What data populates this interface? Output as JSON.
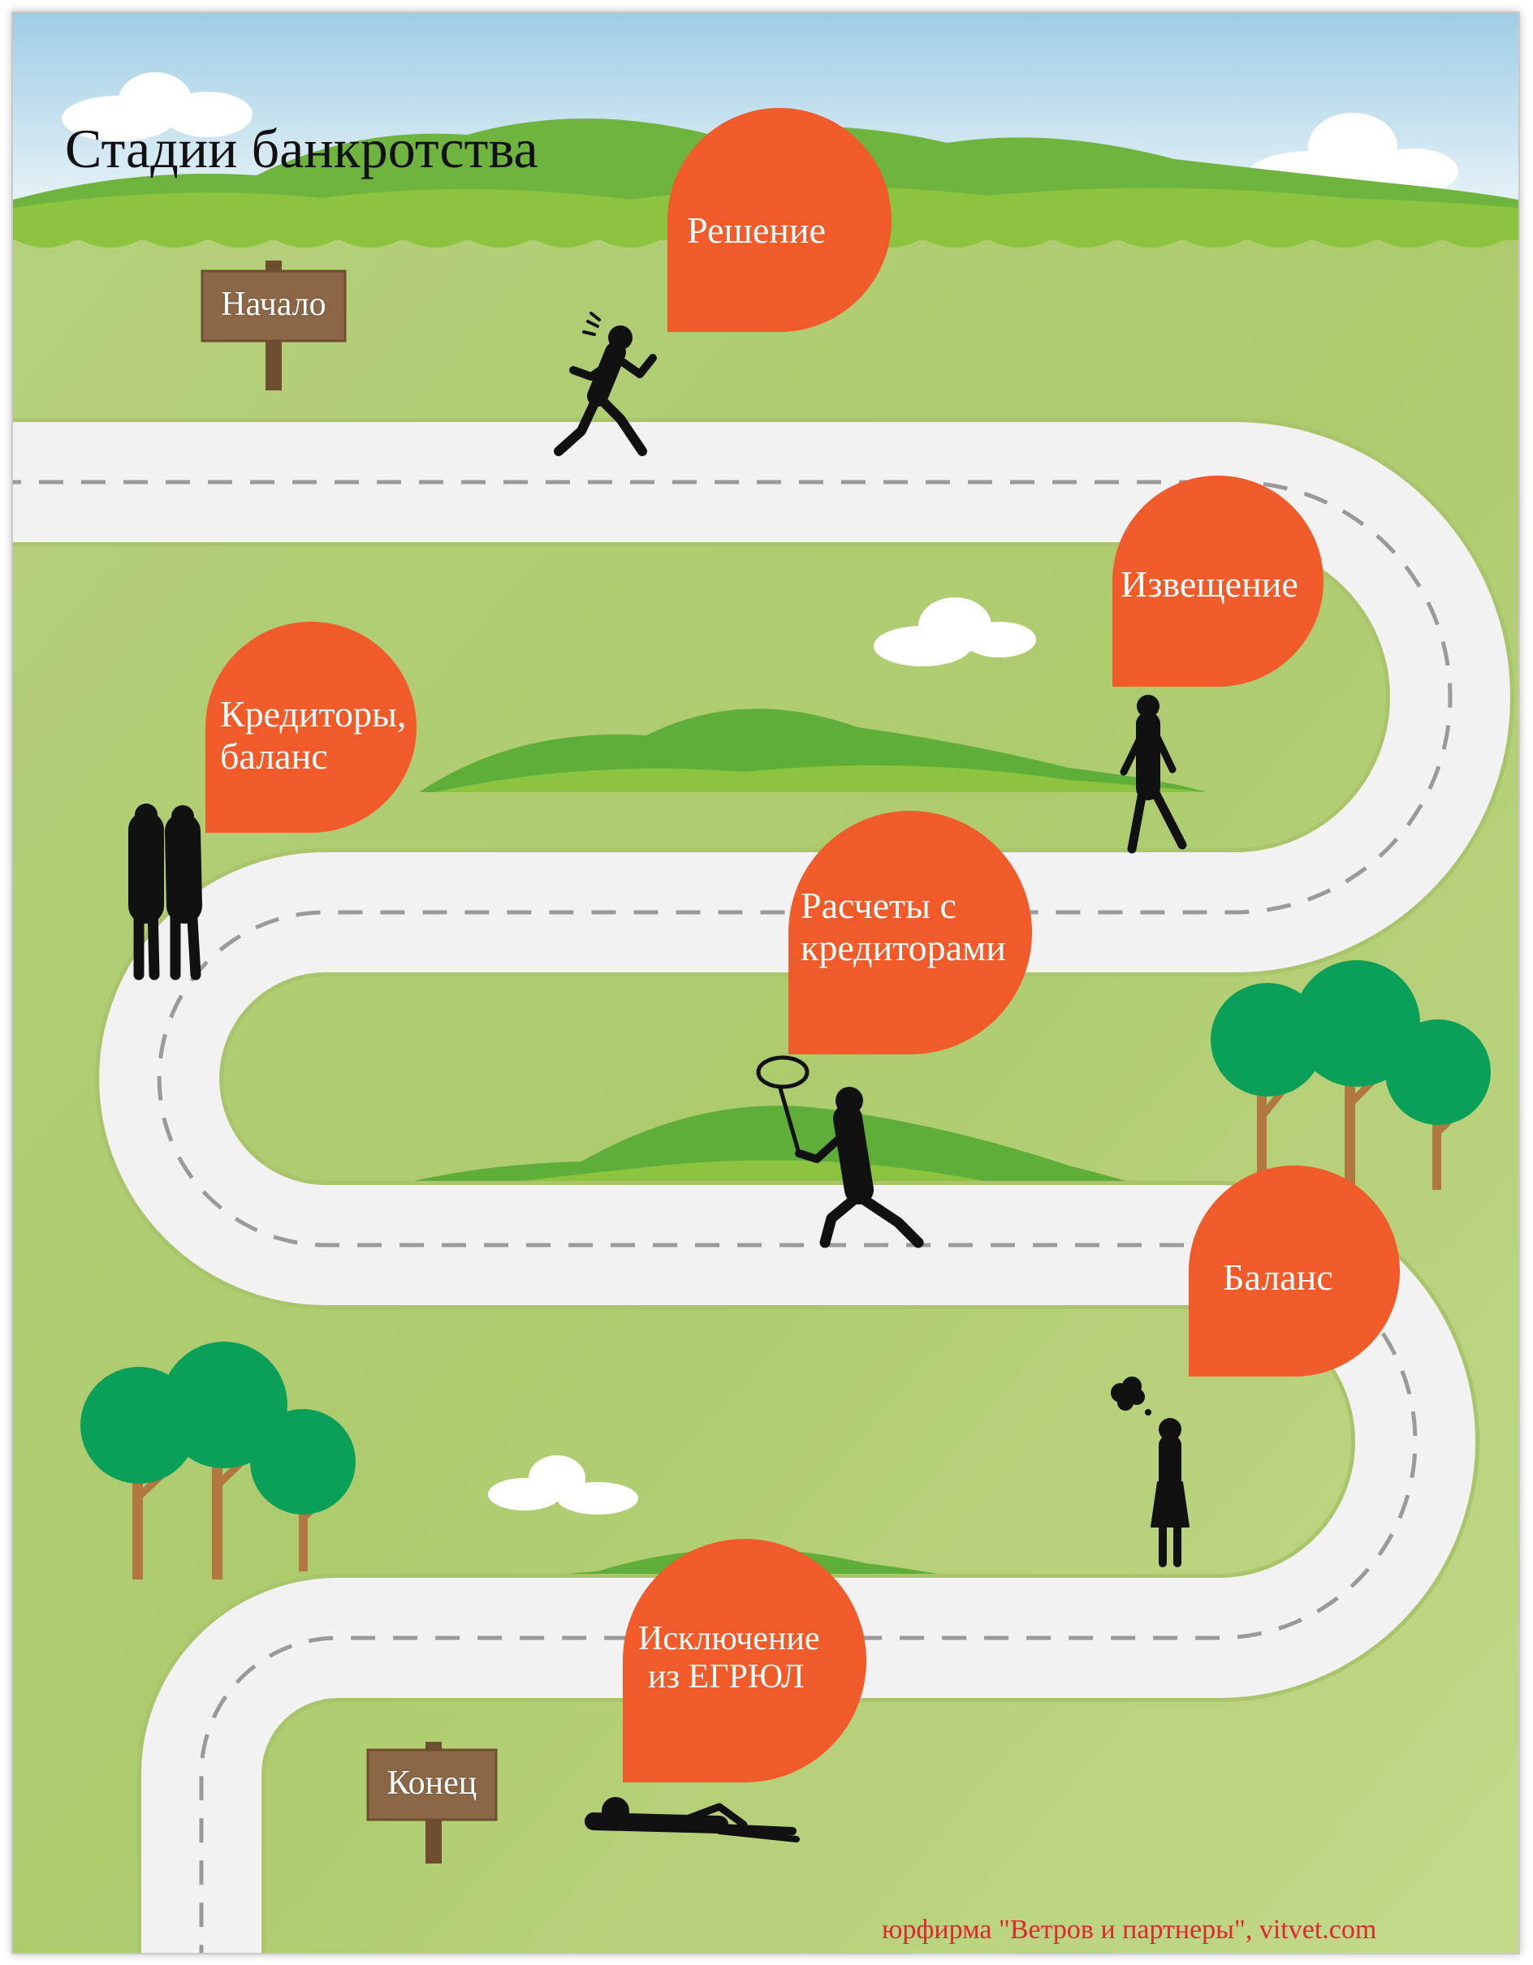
{
  "title": "Стадии банкротства",
  "signs": {
    "start": "Начало",
    "end": "Конец"
  },
  "stages": {
    "decision": "Решение",
    "notice": "Извещение",
    "creditors": [
      "Кредиторы,",
      "баланс"
    ],
    "settlements": [
      "Расчеты с",
      "кредиторами"
    ],
    "balance": "Баланс",
    "exclusion": [
      "Исключение",
      "из ЕГРЮЛ"
    ]
  },
  "credit": "юрфирма \"Ветров и партнеры\", vitvet.com",
  "colors": {
    "sky": "#dbeef6",
    "field": "#b7d27a",
    "hill_light": "#8ac43f",
    "hill_dark": "#5fae3a",
    "road": "#f2f2f2",
    "bubble": "#f15a29",
    "tree_crown": "#0aa05a",
    "trunk": "#b07840",
    "sign_wood": "#8a6746",
    "credit_text": "#e1262f"
  }
}
